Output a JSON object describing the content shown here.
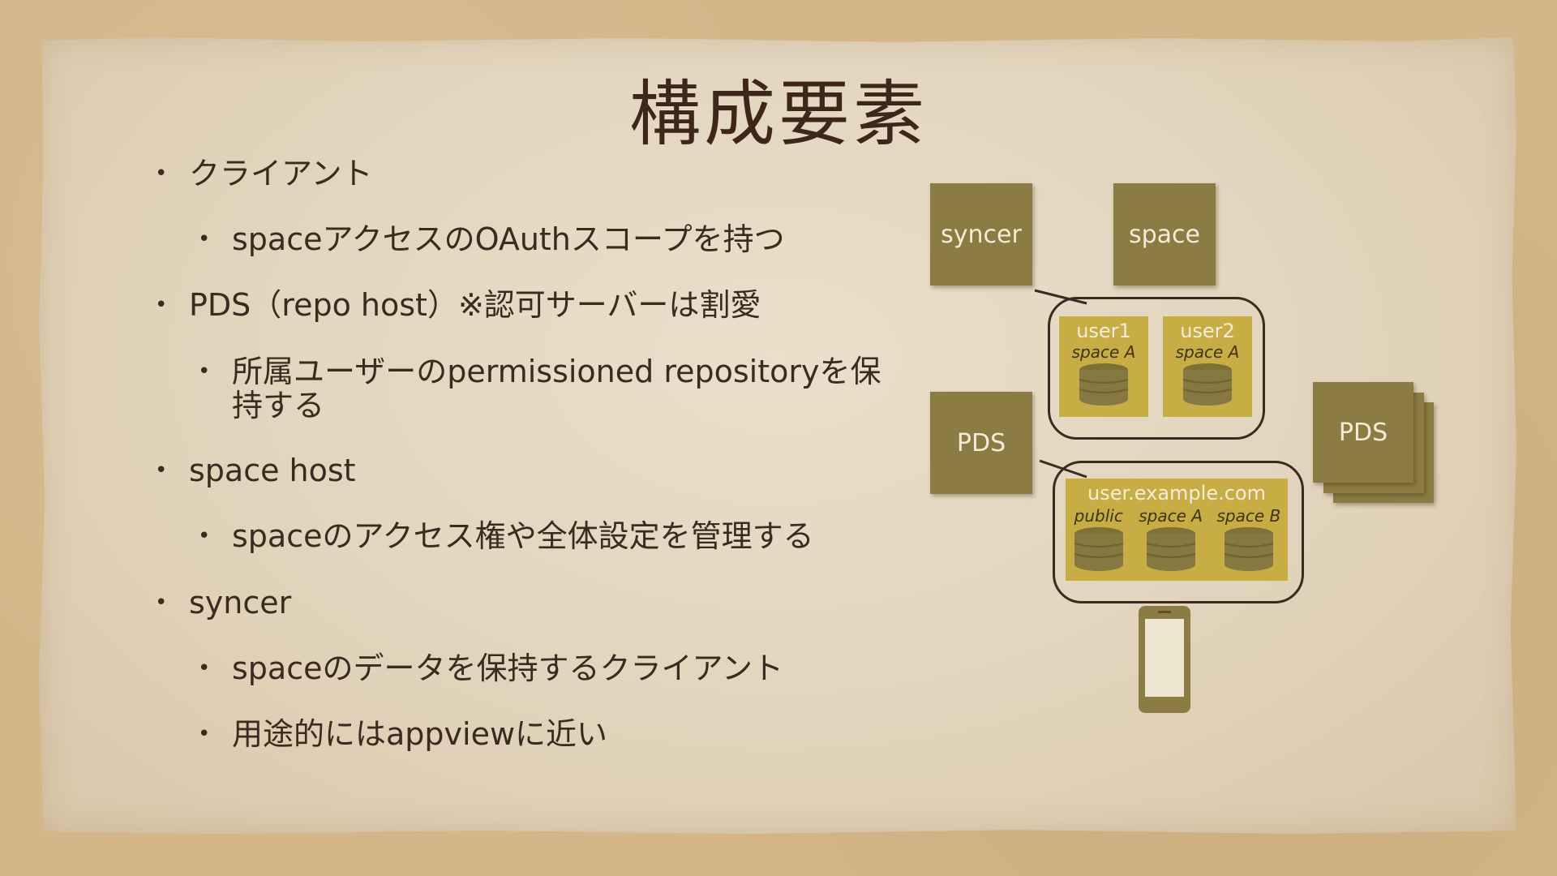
{
  "title": "構成要素",
  "bullets": [
    {
      "level": 1,
      "text": "クライアント"
    },
    {
      "level": 2,
      "text": "spaceアクセスのOAuthスコープを持つ"
    },
    {
      "level": 1,
      "text": "PDS（repo host）※認可サーバーは割愛"
    },
    {
      "level": 2,
      "text": "所属ユーザーのpermissioned repositoryを保持する"
    },
    {
      "level": 1,
      "text": "space host"
    },
    {
      "level": 2,
      "text": "spaceのアクセス権や全体設定を管理する"
    },
    {
      "level": 1,
      "text": "syncer"
    },
    {
      "level": 2,
      "text": "spaceのデータを保持するクライアント"
    },
    {
      "level": 2,
      "text": "用途的にはappviewに近い"
    }
  ],
  "bullet_symbol": "•",
  "diagram": {
    "syncer_label": "syncer",
    "space_label": "space",
    "pds_label": "PDS",
    "pds_stack_label": "PDS",
    "user1": {
      "name": "user1",
      "space": "space A"
    },
    "user2": {
      "name": "user2",
      "space": "space A"
    },
    "example_user": {
      "name": "user.example.com",
      "repos": [
        "public",
        "space A",
        "space B"
      ]
    },
    "phone_icon": "smartphone-icon",
    "db_icon": "database-icon"
  },
  "colors": {
    "box": "#8a7c42",
    "card": "#c8ad45",
    "text": "#3b2a20",
    "paper": "#e2d4bc"
  }
}
